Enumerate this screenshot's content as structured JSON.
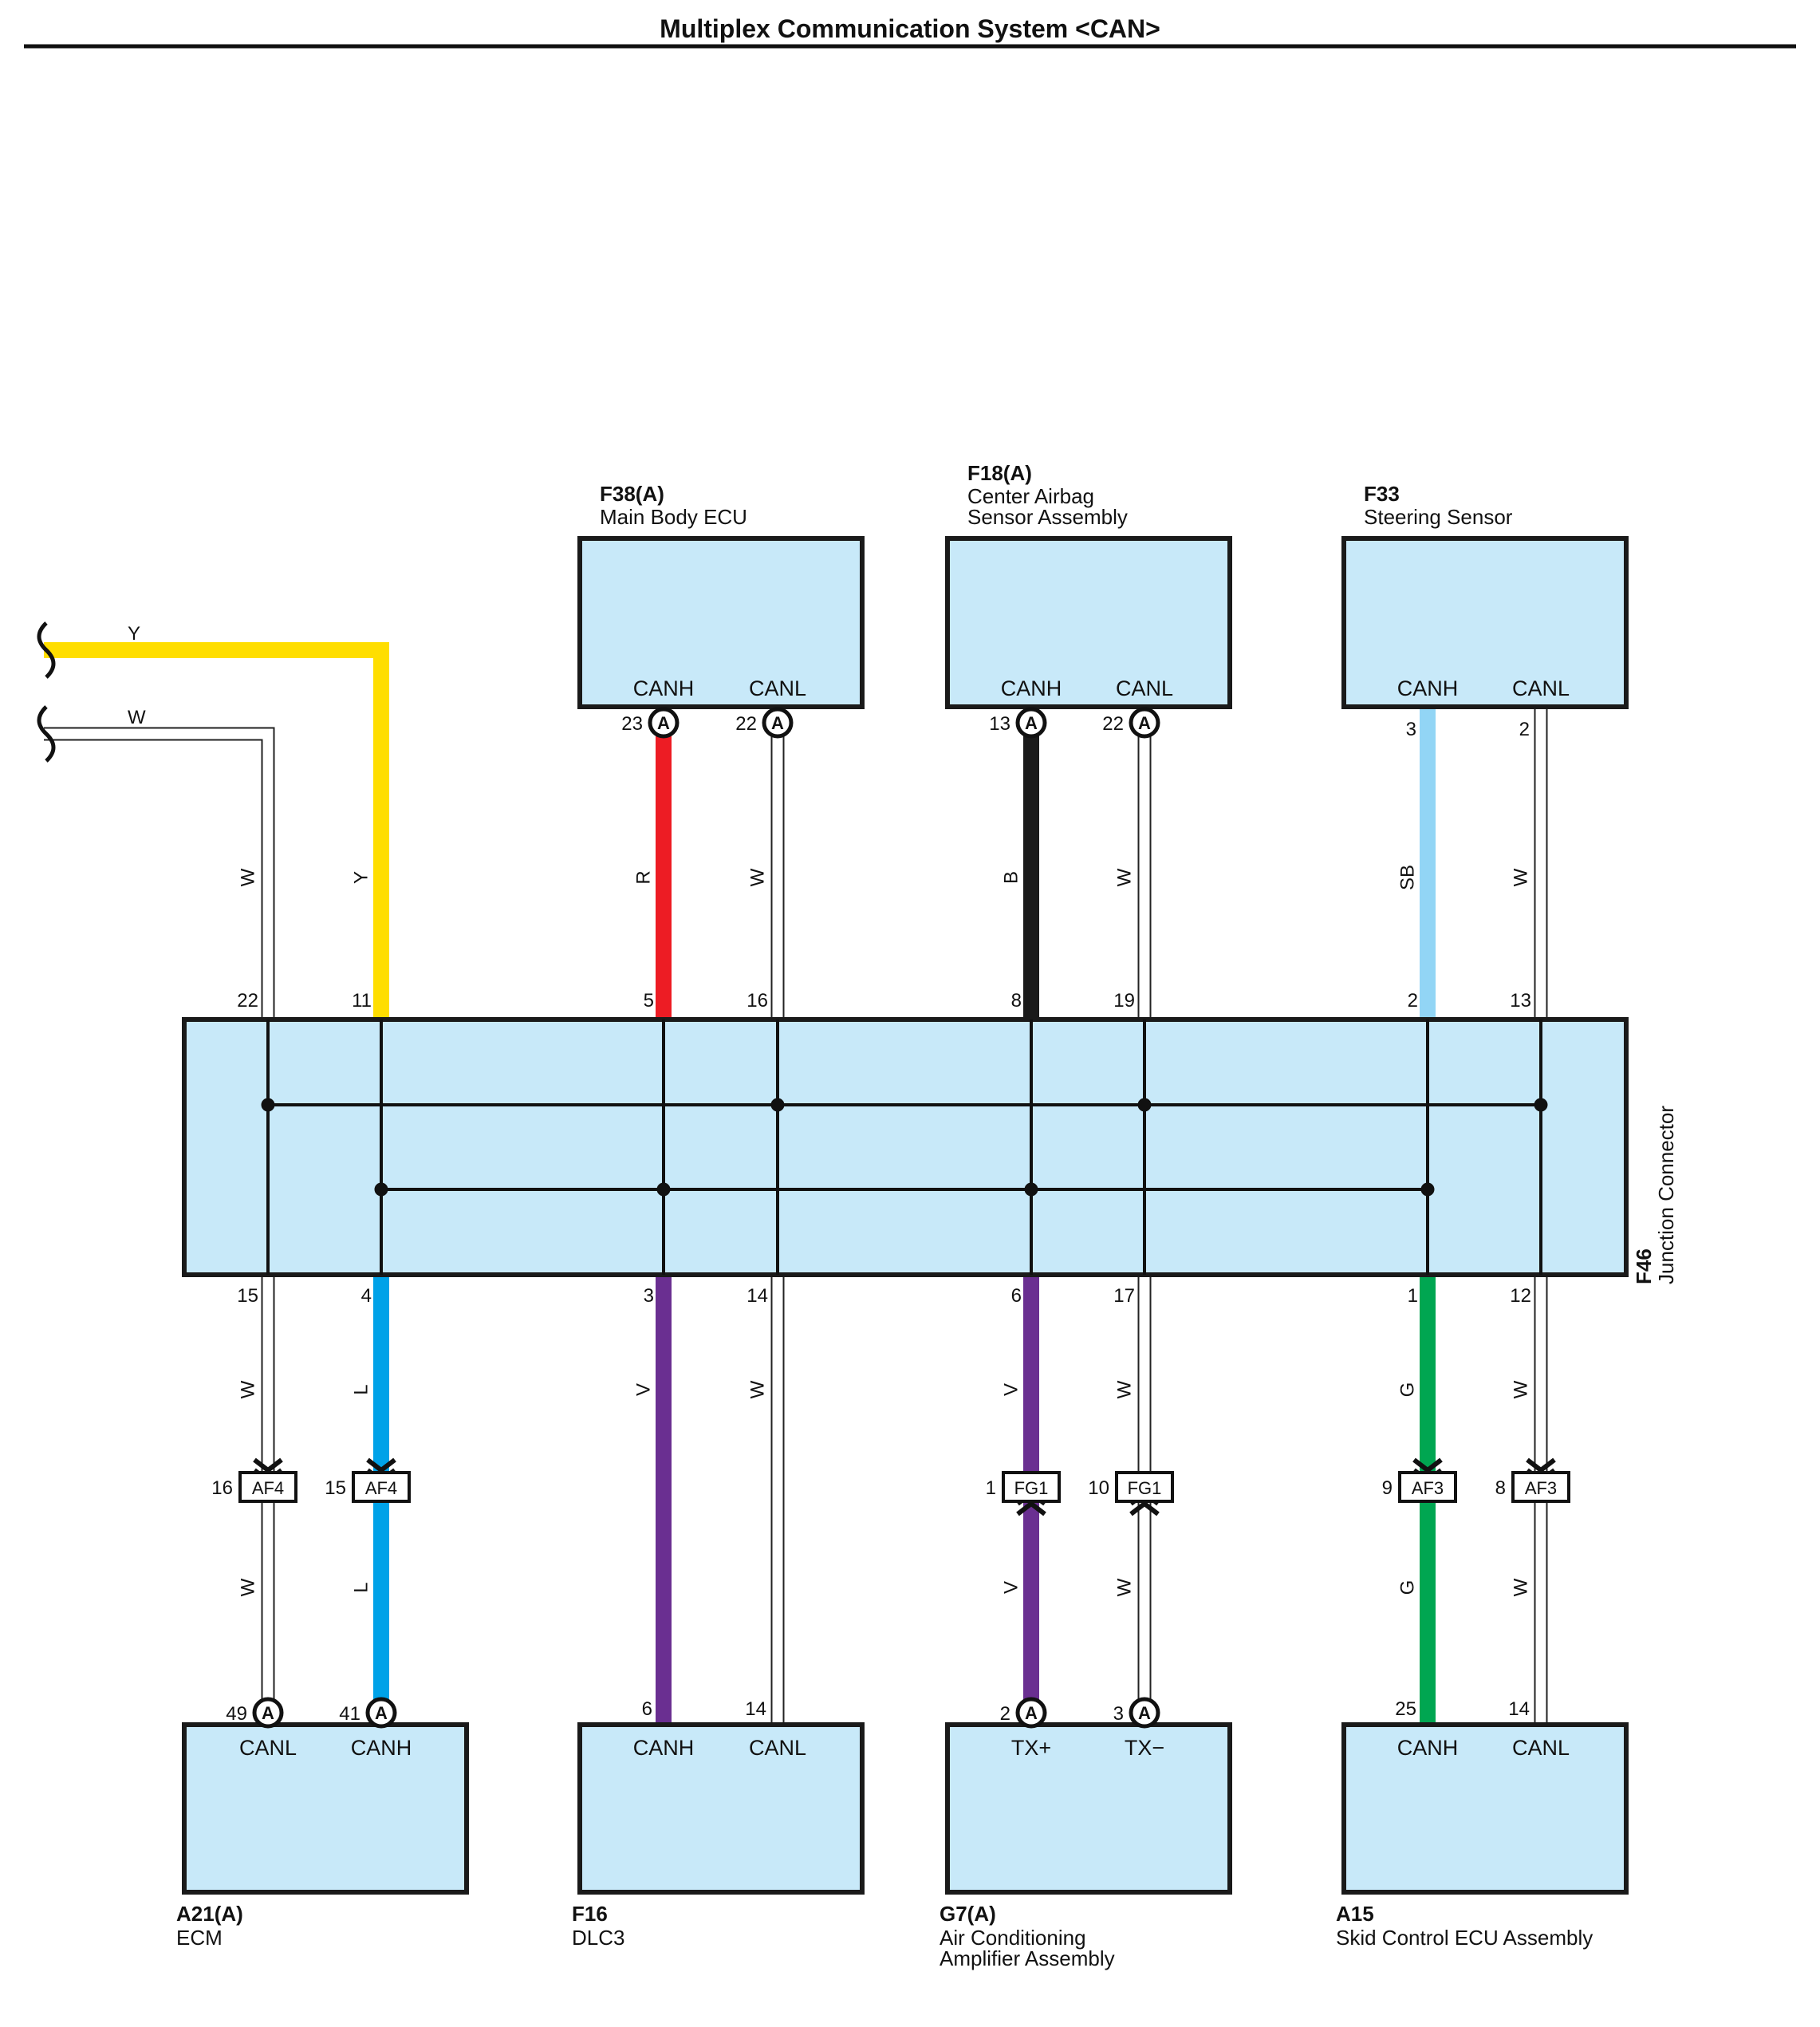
{
  "title": "Multiplex Communication System <CAN>",
  "colors": {
    "box_fill": "#c8e9f9",
    "Y": "#ffde00",
    "R": "#ed1c24",
    "B": "#1a1a1a",
    "SB": "#92d5f5",
    "L": "#00a2e8",
    "V": "#6a2f91",
    "G": "#00a651",
    "W": "#ffffff"
  },
  "icons": {
    "connector_a": "circle-a-icon",
    "wire_break": "wire-break-icon",
    "chevron": "double-chevron-icon",
    "splice": "splice-dot-icon"
  },
  "top_components": [
    {
      "id": "f38",
      "code": "F38(A)",
      "name_lines": [
        "Main Body ECU"
      ],
      "pins": [
        {
          "label": "CANH",
          "pin": "23",
          "conn_a": "A",
          "wire_color": "R",
          "jc_pin": "5"
        },
        {
          "label": "CANL",
          "pin": "22",
          "conn_a": "A",
          "wire_color": "W",
          "jc_pin": "16"
        }
      ]
    },
    {
      "id": "f18",
      "code": "F18(A)",
      "name_lines": [
        "Center Airbag",
        "Sensor Assembly"
      ],
      "pins": [
        {
          "label": "CANH",
          "pin": "13",
          "conn_a": "A",
          "wire_color": "B",
          "jc_pin": "8"
        },
        {
          "label": "CANL",
          "pin": "22",
          "conn_a": "A",
          "wire_color": "W",
          "jc_pin": "19"
        }
      ]
    },
    {
      "id": "f33",
      "code": "F33",
      "name_lines": [
        "Steering Sensor"
      ],
      "pins": [
        {
          "label": "CANH",
          "pin": "3",
          "conn_a": "",
          "wire_color": "SB",
          "jc_pin": "2"
        },
        {
          "label": "CANL",
          "pin": "2",
          "conn_a": "",
          "wire_color": "W",
          "jc_pin": "13"
        }
      ]
    }
  ],
  "left_wires": [
    {
      "label": "Y",
      "wire_color": "Y",
      "jc_pin": "11"
    },
    {
      "label": "W",
      "wire_color": "W",
      "jc_pin": "22"
    }
  ],
  "junction": {
    "code": "F46",
    "name": "Junction Connector"
  },
  "bottom_components": [
    {
      "id": "a21",
      "code": "A21(A)",
      "name_lines": [
        "ECM"
      ],
      "pins": [
        {
          "label": "CANL",
          "pin": "49",
          "conn_a": "A",
          "jc_pin": "15",
          "wire_color": "W",
          "mid_connector": {
            "code": "AF4",
            "pin": "16",
            "dir": "down"
          },
          "lower_wire_color": "W"
        },
        {
          "label": "CANH",
          "pin": "41",
          "conn_a": "A",
          "jc_pin": "4",
          "wire_color": "L",
          "mid_connector": {
            "code": "AF4",
            "pin": "15",
            "dir": "down"
          },
          "lower_wire_color": "L"
        }
      ]
    },
    {
      "id": "f16",
      "code": "F16",
      "name_lines": [
        "DLC3"
      ],
      "pins": [
        {
          "label": "CANH",
          "pin": "6",
          "conn_a": "",
          "jc_pin": "3",
          "wire_color": "V"
        },
        {
          "label": "CANL",
          "pin": "14",
          "conn_a": "",
          "jc_pin": "14",
          "wire_color": "W"
        }
      ]
    },
    {
      "id": "g7",
      "code": "G7(A)",
      "name_lines": [
        "Air Conditioning",
        "Amplifier Assembly"
      ],
      "pins": [
        {
          "label": "TX+",
          "pin": "2",
          "conn_a": "A",
          "jc_pin": "6",
          "wire_color": "V",
          "mid_connector": {
            "code": "FG1",
            "pin": "1",
            "dir": "up"
          },
          "lower_wire_color": "V"
        },
        {
          "label": "TX−",
          "pin": "3",
          "conn_a": "A",
          "jc_pin": "17",
          "wire_color": "W",
          "mid_connector": {
            "code": "FG1",
            "pin": "10",
            "dir": "up"
          },
          "lower_wire_color": "W"
        }
      ]
    },
    {
      "id": "a15",
      "code": "A15",
      "name_lines": [
        "Skid Control ECU Assembly"
      ],
      "pins": [
        {
          "label": "CANH",
          "pin": "25",
          "conn_a": "",
          "jc_pin": "1",
          "wire_color": "G",
          "mid_connector": {
            "code": "AF3",
            "pin": "9",
            "dir": "down"
          },
          "lower_wire_color": "G"
        },
        {
          "label": "CANL",
          "pin": "14",
          "conn_a": "",
          "jc_pin": "12",
          "wire_color": "W",
          "mid_connector": {
            "code": "AF3",
            "pin": "8",
            "dir": "down"
          },
          "lower_wire_color": "W"
        }
      ]
    }
  ]
}
